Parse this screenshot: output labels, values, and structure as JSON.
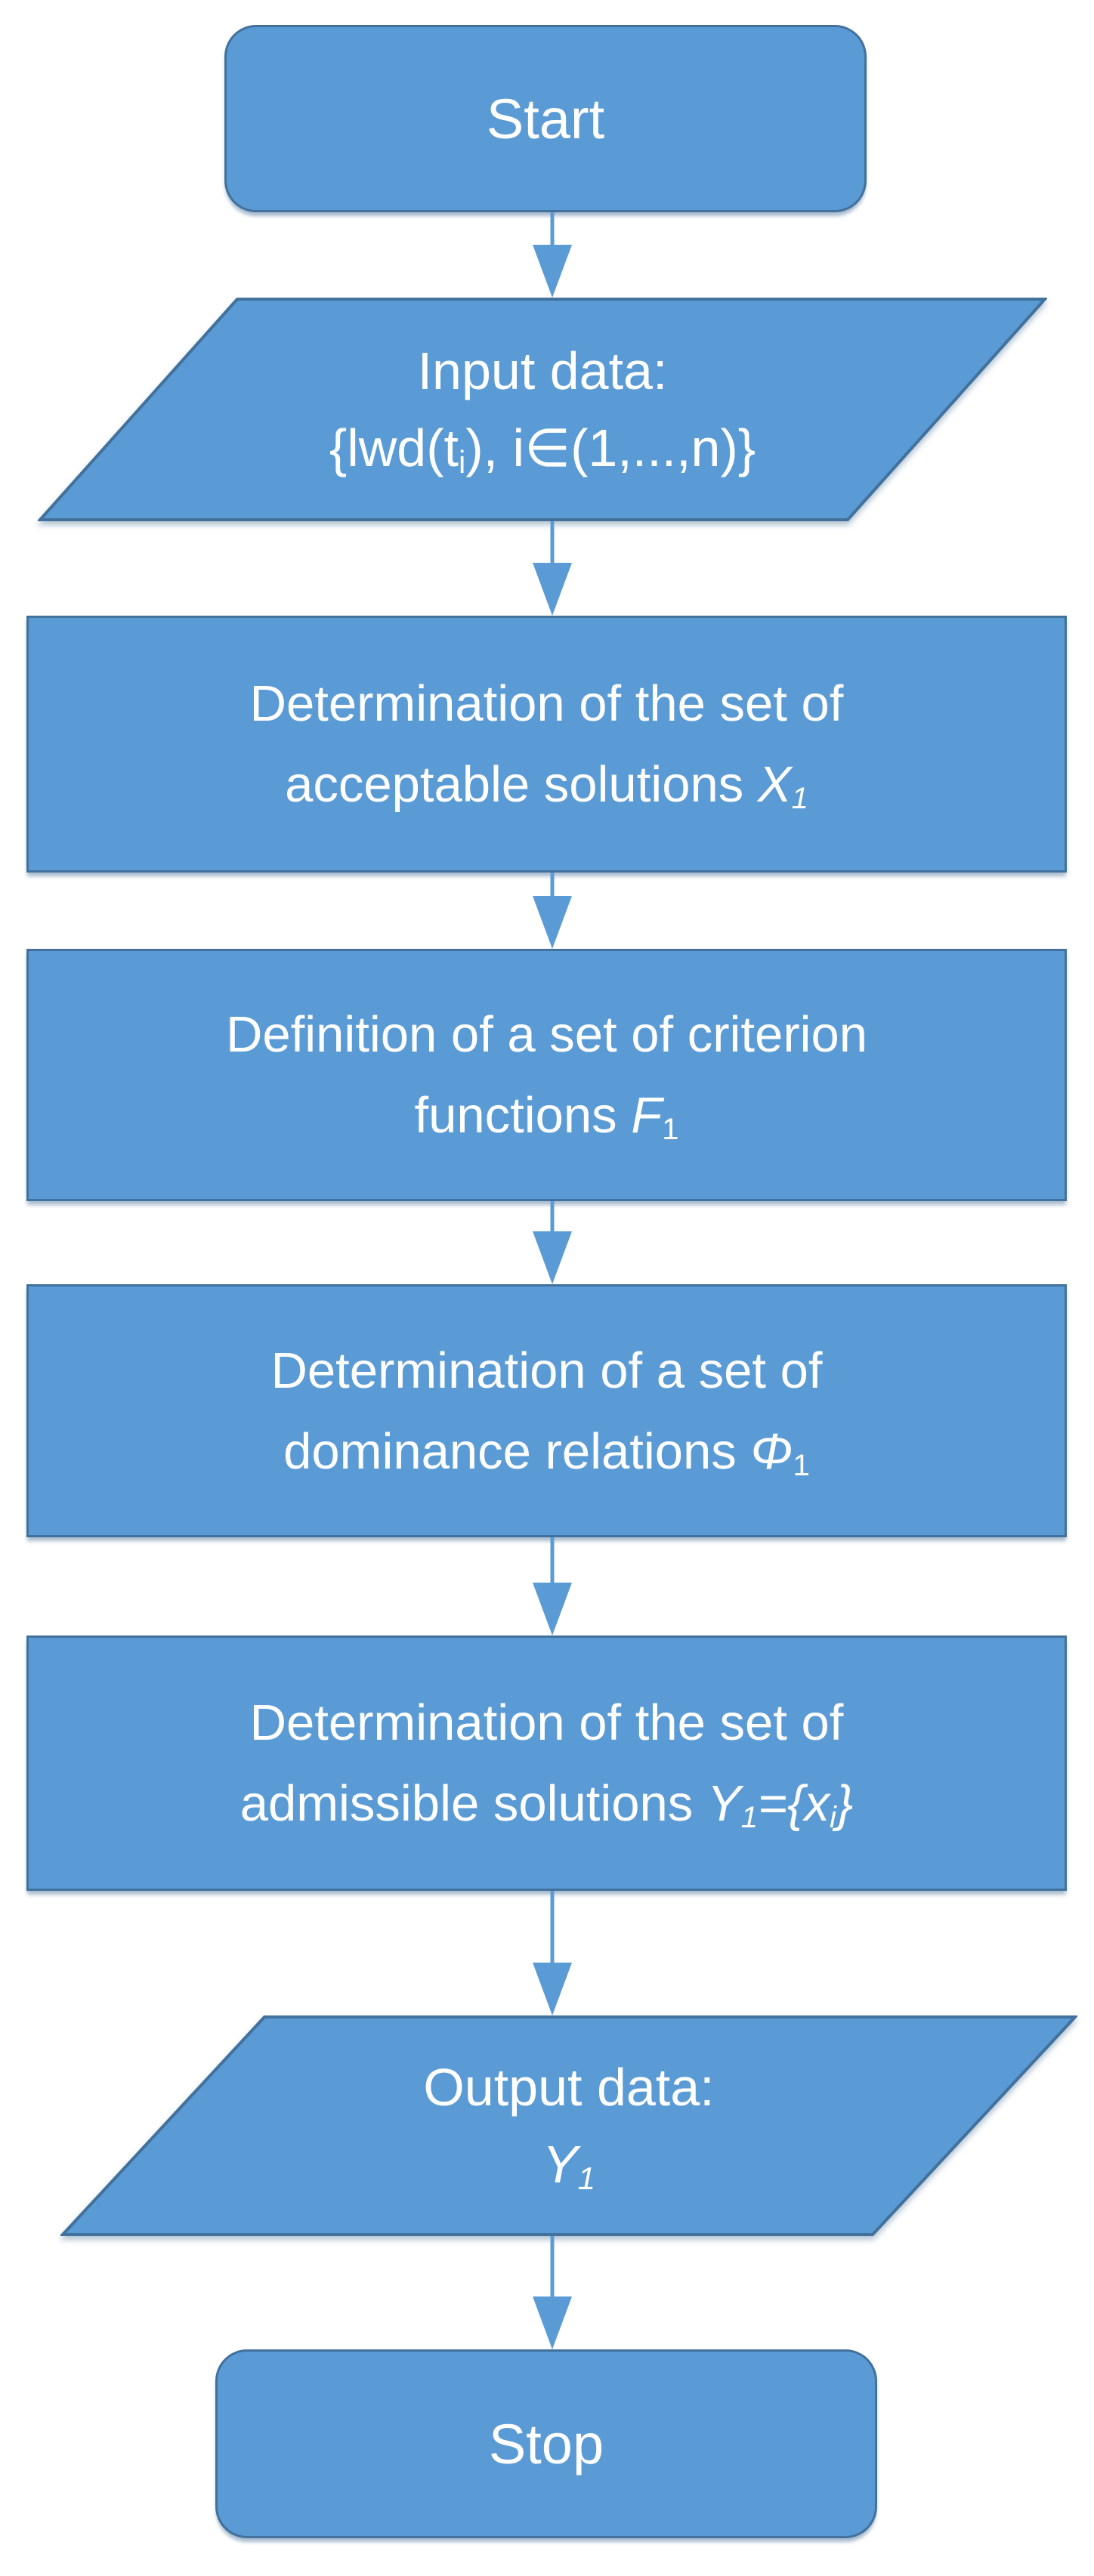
{
  "palette": {
    "shape_fill": "#5B9BD5",
    "shape_border": "#41719C",
    "arrow_color": "#5B9BD5",
    "text_color": "#FFFFFF",
    "background": "#FFFFFF"
  },
  "flowchart": {
    "nodes": [
      {
        "id": "start",
        "type": "terminator",
        "label": "Start"
      },
      {
        "id": "input-data",
        "type": "data",
        "lines": [
          [
            {
              "t": "Input data:"
            }
          ],
          [
            {
              "t": "{lwd(t"
            },
            {
              "t": "i",
              "sub": true
            },
            {
              "t": "), i∈(1,...,n)}"
            }
          ]
        ]
      },
      {
        "id": "acceptable-solutions",
        "type": "process",
        "lines": [
          [
            {
              "t": "Determination of the set of"
            }
          ],
          [
            {
              "t": "acceptable solutions "
            },
            {
              "t": "X",
              "italic": true
            },
            {
              "t": "1",
              "italic": true,
              "sub": true
            }
          ]
        ]
      },
      {
        "id": "criterion-functions",
        "type": "process",
        "lines": [
          [
            {
              "t": "Definition of a set of criterion"
            }
          ],
          [
            {
              "t": "functions "
            },
            {
              "t": "F",
              "italic": true
            },
            {
              "t": "1",
              "sub": true
            }
          ]
        ]
      },
      {
        "id": "dominance-relations",
        "type": "process",
        "lines": [
          [
            {
              "t": "Determination of a set of"
            }
          ],
          [
            {
              "t": "dominance relations "
            },
            {
              "t": "Φ",
              "italic": true
            },
            {
              "t": "1",
              "sub": true
            }
          ]
        ]
      },
      {
        "id": "admissible-solutions",
        "type": "process",
        "lines": [
          [
            {
              "t": "Determination of the set of"
            }
          ],
          [
            {
              "t": "admissible solutions "
            },
            {
              "t": "Y",
              "italic": true
            },
            {
              "t": "1",
              "italic": true,
              "sub": true
            },
            {
              "t": "={x",
              "italic": true
            },
            {
              "t": "i",
              "italic": true,
              "sub": true
            },
            {
              "t": "}",
              "italic": true
            }
          ]
        ]
      },
      {
        "id": "output-data",
        "type": "data",
        "lines": [
          [
            {
              "t": "Output data:"
            }
          ],
          [
            {
              "t": "Y",
              "italic": true
            },
            {
              "t": "1",
              "italic": true,
              "sub": true
            }
          ]
        ]
      },
      {
        "id": "stop",
        "type": "terminator",
        "label": "Stop"
      }
    ],
    "edges": [
      {
        "from": "start",
        "to": "input-data"
      },
      {
        "from": "input-data",
        "to": "acceptable-solutions"
      },
      {
        "from": "acceptable-solutions",
        "to": "criterion-functions"
      },
      {
        "from": "criterion-functions",
        "to": "dominance-relations"
      },
      {
        "from": "dominance-relations",
        "to": "admissible-solutions"
      },
      {
        "from": "admissible-solutions",
        "to": "output-data"
      },
      {
        "from": "output-data",
        "to": "stop"
      }
    ]
  }
}
